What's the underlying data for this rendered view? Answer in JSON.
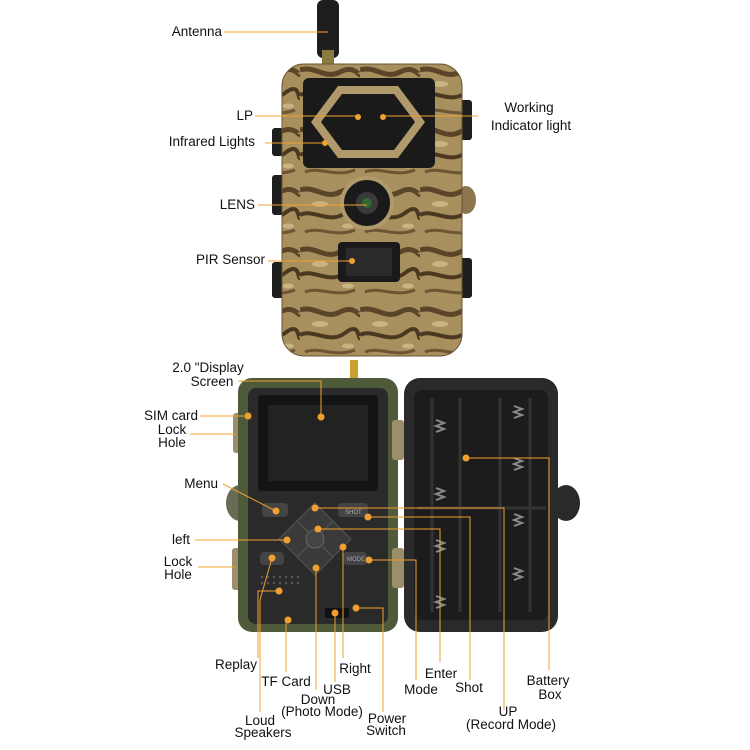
{
  "labels": {
    "antenna": "Antenna",
    "lp": "LP",
    "working_1": "Working",
    "working_2": "Indicator light",
    "infrared": "Infrared Lights",
    "lens": "LENS",
    "pir": "PIR Sensor",
    "display_1": "2.0 \"Display",
    "display_2": "Screen",
    "sim": "SIM card",
    "lock_hole_top_1": "Lock",
    "lock_hole_top_2": "Hole",
    "menu": "Menu",
    "left": "left",
    "lock_hole_bottom_1": "Lock",
    "lock_hole_bottom_2": "Hole",
    "replay": "Replay",
    "tf_card": "TF Card",
    "loud_1": "Loud",
    "loud_2": "Speakers",
    "down_1": "Down",
    "down_2": "(Photo Mode)",
    "usb": "USB",
    "right": "Right",
    "power_1": "Power",
    "power_2": "Switch",
    "mode": "Mode",
    "enter": "Enter",
    "shot": "Shot",
    "up_1": "UP",
    "up_2": "(Record Mode)",
    "battery_1": "Battery",
    "battery_2": "Box"
  },
  "device_text": {
    "shot_key": "SHOT",
    "mode_key": "MODE"
  },
  "colors": {
    "leader_line": "#f0a030",
    "callout_dot": "#f0a030",
    "camo_base": "#a88f5e",
    "bezel": "#2a2a2a",
    "battery_interior": "#1c1c1c"
  }
}
